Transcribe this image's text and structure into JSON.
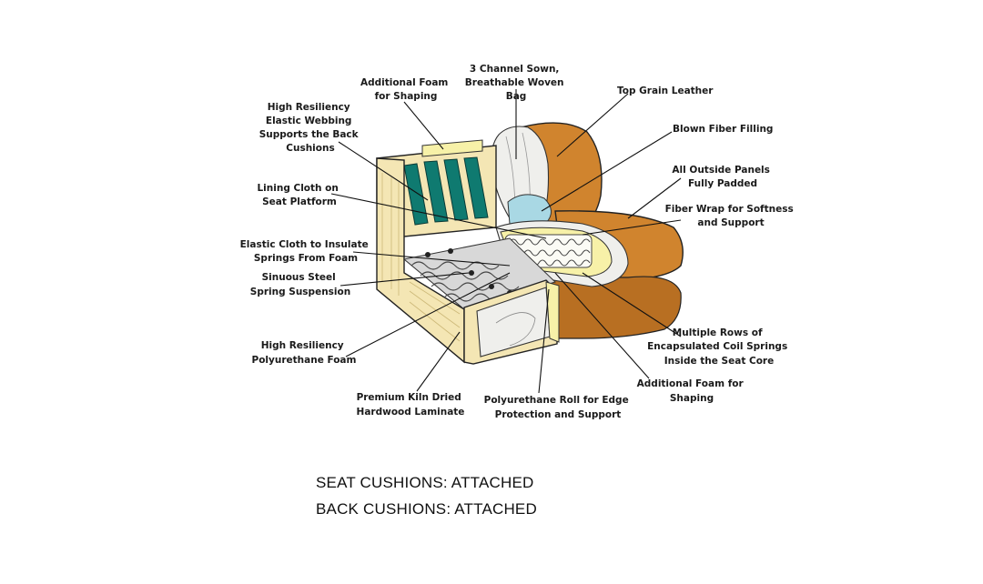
{
  "labels": {
    "additional_foam_top": [
      "Additional Foam",
      "for Shaping"
    ],
    "channel_sown": [
      "3 Channel Sown,",
      "Breathable Woven",
      "Bag"
    ],
    "top_grain": [
      "Top Grain Leather"
    ],
    "blown_fiber": [
      "Blown Fiber Filling"
    ],
    "outside_panels": [
      "All Outside Panels",
      "Fully Padded"
    ],
    "fiber_wrap": [
      "Fiber Wrap for Softness",
      "and Support"
    ],
    "webbing": [
      "High Resiliency",
      "Elastic Webbing",
      "Supports the Back",
      "Cushions"
    ],
    "lining_cloth": [
      "Lining Cloth on",
      "Seat Platform"
    ],
    "elastic_cloth": [
      "Elastic Cloth to Insulate",
      "Springs From Foam"
    ],
    "sinuous_steel": [
      "Sinuous Steel",
      "Spring Suspension"
    ],
    "hr_foam": [
      "High Resiliency",
      "Polyurethane Foam"
    ],
    "kiln_dried": [
      "Premium Kiln Dried",
      "Hardwood Laminate"
    ],
    "poly_roll": [
      "Polyurethane Roll for Edge",
      "Protection and Support"
    ],
    "additional_foam_bottom": [
      "Additional Foam for",
      "Shaping"
    ],
    "coil_springs": [
      "Multiple Rows of",
      "Encapsulated Coil Springs",
      "Inside the Seat Core"
    ]
  },
  "footer": {
    "seat": "SEAT CUSHIONS: ATTACHED",
    "back": "BACK CUSHIONS: ATTACHED"
  },
  "colors": {
    "leather": "#d0842e",
    "webbing": "#0f7a70",
    "wood": "#f4e6b4",
    "foam": "#f7f1a8",
    "fiber": "#efefec"
  }
}
